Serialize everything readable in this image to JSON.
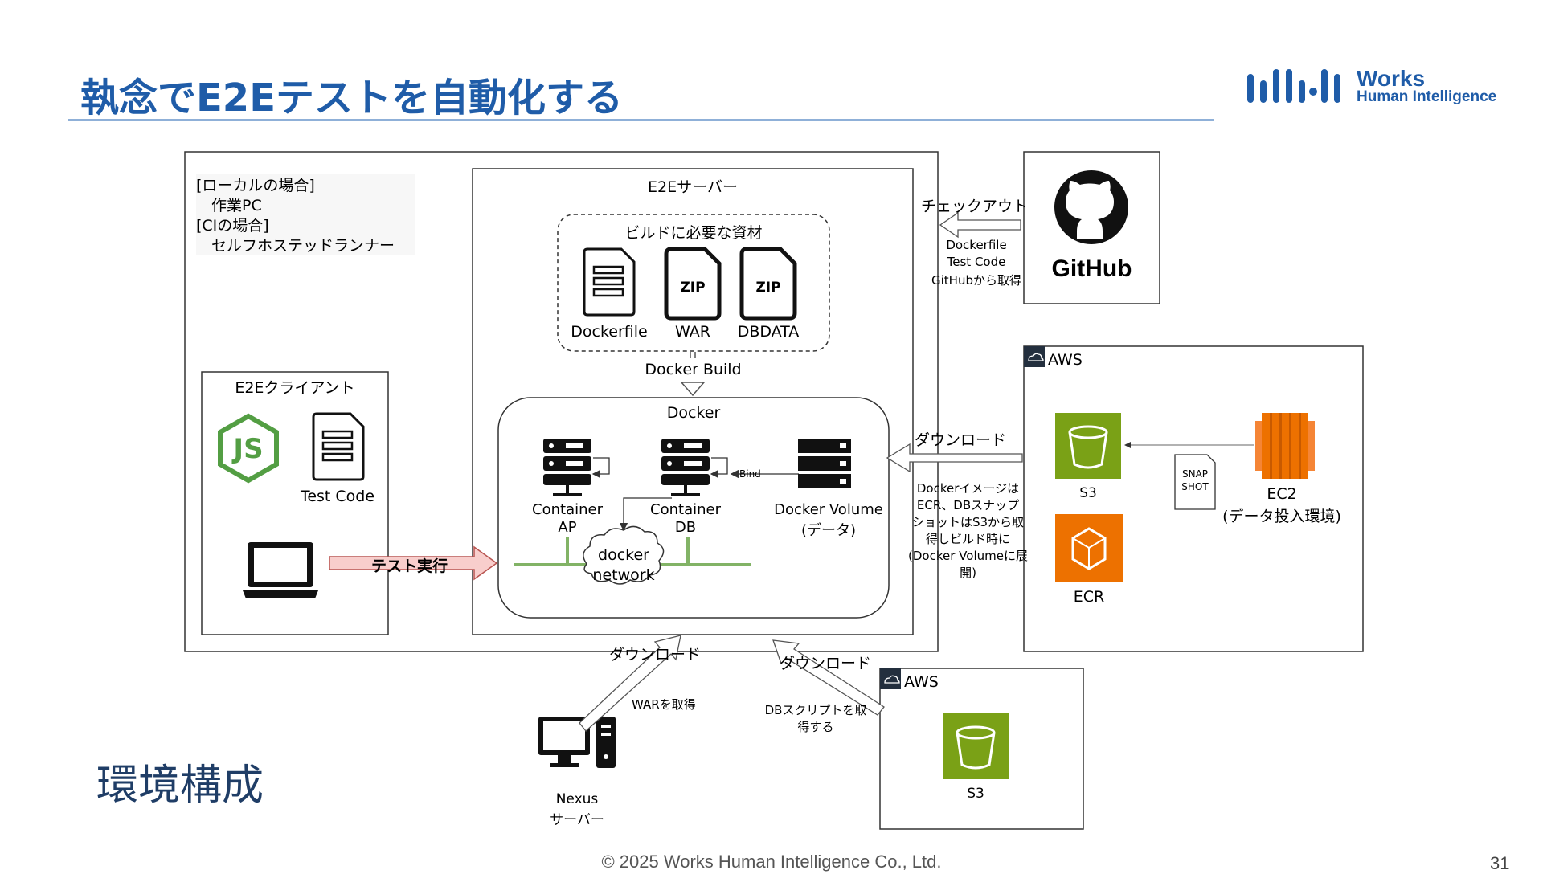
{
  "slide": {
    "title": "執念でE2Eテストを自動化する",
    "section": "環境構成",
    "footer": "© 2025 Works Human Intelligence Co., Ltd.",
    "page_number": "31",
    "logo": {
      "line1": "Works",
      "line2": "Human Intelligence"
    }
  },
  "diagram": {
    "host_note": {
      "line1": "[ローカルの場合]",
      "line2": "　作業PC",
      "line3": "[CIの場合]",
      "line4": "　セルフホステッドランナー"
    },
    "client": {
      "title": "E2Eクライアント",
      "test_code": "Test Code"
    },
    "test_run_label": "テスト実行",
    "server": {
      "title": "E2Eサーバー"
    },
    "build_materials": {
      "title": "ビルドに必要な資材",
      "dockerfile": "Dockerfile",
      "war": "WAR",
      "dbdata": "DBDATA",
      "zip": "ZIP"
    },
    "docker_build": "Docker Build",
    "docker": {
      "title": "Docker",
      "container_ap_1": "Container",
      "container_ap_2": "AP",
      "container_db_1": "Container",
      "container_db_2": "DB",
      "bind": "Bind",
      "volume_1": "Docker Volume",
      "volume_2": "(データ)",
      "network_1": "docker",
      "network_2": "network"
    },
    "github": {
      "name": "GitHub",
      "checkout": "チェックアウト",
      "note_1": "Dockerfile",
      "note_2": "Test Code",
      "note_3": "GitHubから取得"
    },
    "aws_main": {
      "label": "AWS",
      "s3": "S3",
      "ecr": "ECR",
      "ec2_1": "EC2",
      "ec2_2": "(データ投入環境)",
      "snapshot_1": "SNAP",
      "snapshot_2": "SHOT",
      "download": "ダウンロード",
      "note": [
        "Dockerイメージは",
        "ECR、DBスナップ",
        "ショットはS3から取",
        "得しビルド時に",
        "(Docker Volumeに展",
        "開)"
      ]
    },
    "nexus": {
      "name_1": "Nexus",
      "name_2": "サーバー",
      "download": "ダウンロード",
      "note": "WARを取得"
    },
    "aws_sub": {
      "label": "AWS",
      "s3": "S3",
      "download": "ダウンロード",
      "note_1": "DBスクリプトを取",
      "note_2": "得する"
    },
    "colors": {
      "title": "#1f5ca8",
      "s3": "#7aa116",
      "ec2": "#ed7100",
      "nodejs": "#539e43",
      "network": "#82b366",
      "test_arrow": "#f8cecc"
    }
  }
}
